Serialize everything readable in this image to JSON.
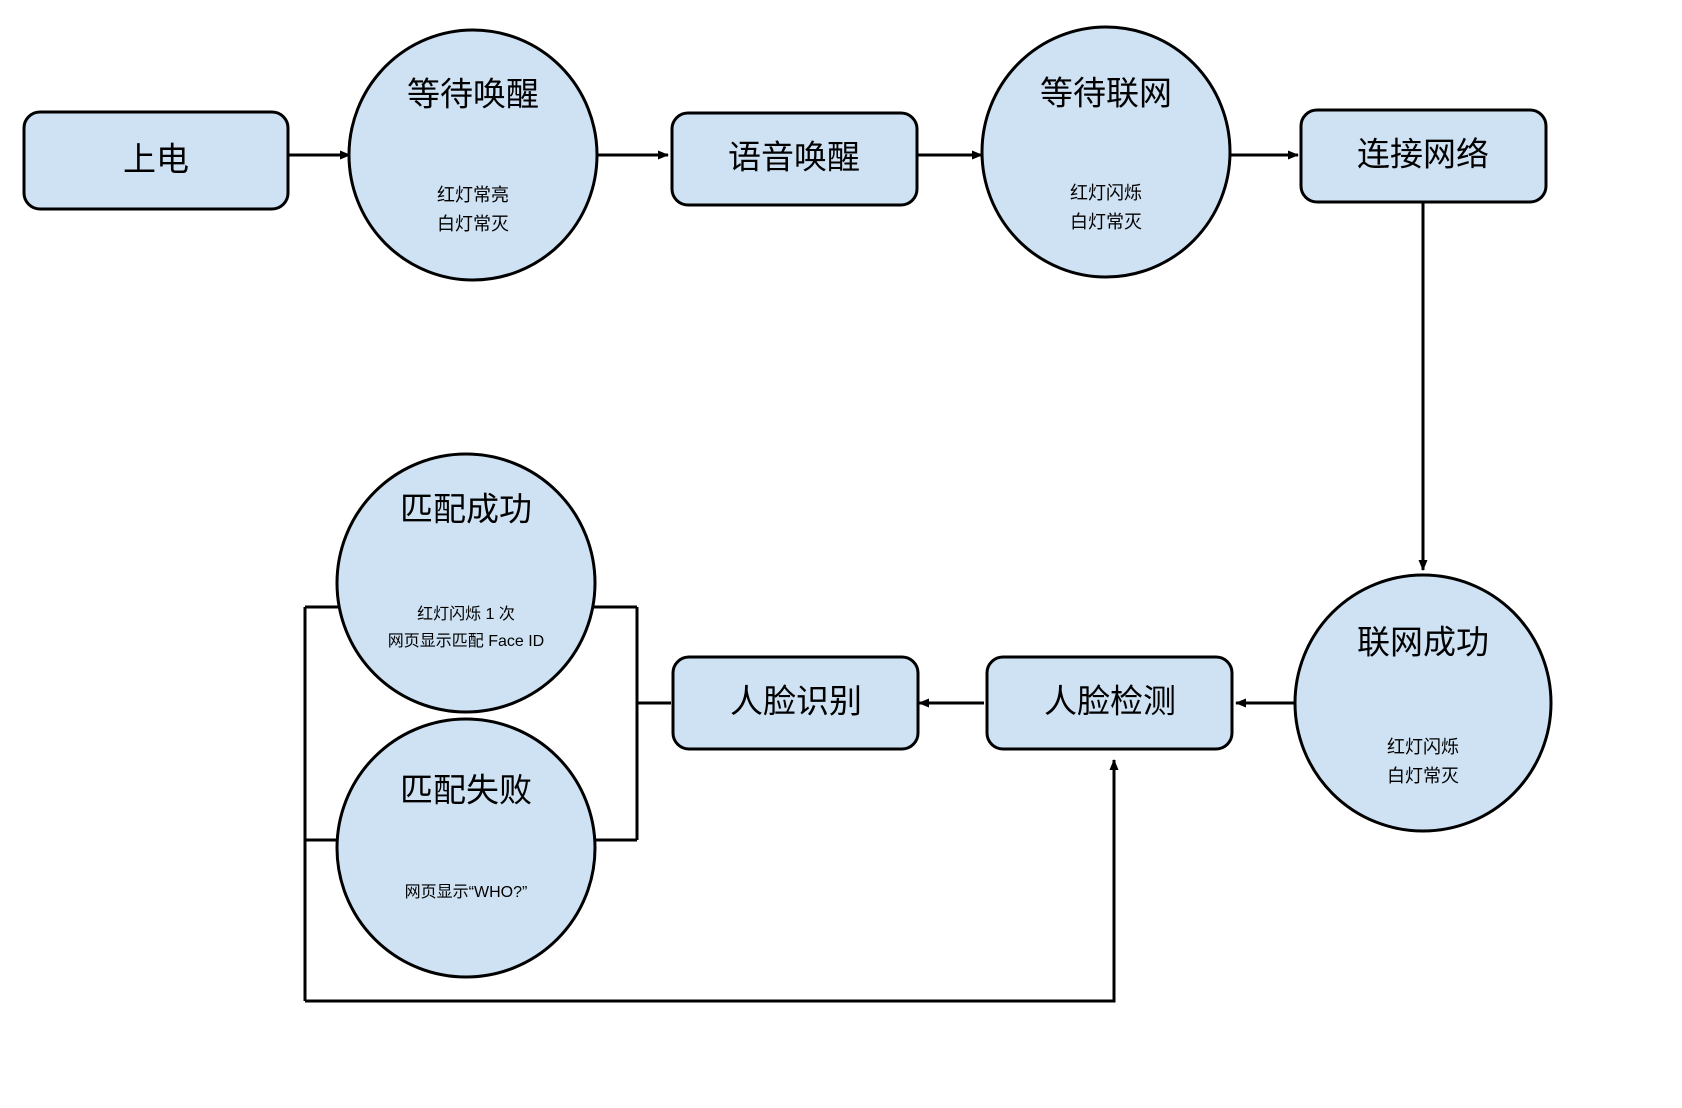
{
  "diagram": {
    "type": "flowchart",
    "background_color": "#ffffff",
    "node_fill_color": "#cfe2f3",
    "node_stroke_color": "#000000",
    "nodes": [
      {
        "id": "power-on",
        "shape": "rounded-rect",
        "title": "上电",
        "sub_lines": []
      },
      {
        "id": "wait-wakeup",
        "shape": "ellipse",
        "title": "等待唤醒",
        "sub_lines": [
          "红灯常亮",
          "白灯常灭"
        ]
      },
      {
        "id": "voice-wakeup",
        "shape": "rounded-rect",
        "title": "语音唤醒",
        "sub_lines": []
      },
      {
        "id": "wait-network",
        "shape": "ellipse",
        "title": "等待联网",
        "sub_lines": [
          "红灯闪烁",
          "白灯常灭"
        ]
      },
      {
        "id": "connect-network",
        "shape": "rounded-rect",
        "title": "连接网络",
        "sub_lines": []
      },
      {
        "id": "network-success",
        "shape": "ellipse",
        "title": "联网成功",
        "sub_lines": [
          "红灯闪烁",
          "白灯常灭"
        ]
      },
      {
        "id": "face-detect",
        "shape": "rounded-rect",
        "title": "人脸检测",
        "sub_lines": []
      },
      {
        "id": "face-recognize",
        "shape": "rounded-rect",
        "title": "人脸识别",
        "sub_lines": []
      },
      {
        "id": "match-success",
        "shape": "ellipse",
        "title": "匹配成功",
        "sub_lines": [
          "红灯闪烁 1 次",
          "网页显示匹配 Face ID"
        ]
      },
      {
        "id": "match-fail",
        "shape": "ellipse",
        "title": "匹配失败",
        "sub_lines": [
          "网页显示“WHO?”"
        ]
      }
    ],
    "edges": [
      {
        "id": "e1",
        "from": "power-on",
        "to": "wait-wakeup",
        "arrow": true
      },
      {
        "id": "e2",
        "from": "wait-wakeup",
        "to": "voice-wakeup",
        "arrow": true
      },
      {
        "id": "e3",
        "from": "voice-wakeup",
        "to": "wait-network",
        "arrow": true
      },
      {
        "id": "e4",
        "from": "wait-network",
        "to": "connect-network",
        "arrow": true
      },
      {
        "id": "e5",
        "from": "connect-network",
        "to": "network-success",
        "arrow": true
      },
      {
        "id": "e6",
        "from": "network-success",
        "to": "face-detect",
        "arrow": true
      },
      {
        "id": "e7",
        "from": "face-detect",
        "to": "face-recognize",
        "arrow": true
      },
      {
        "id": "e8",
        "from": "face-recognize",
        "to": "match-success",
        "arrow": false
      },
      {
        "id": "e9",
        "from": "face-recognize",
        "to": "match-fail",
        "arrow": false
      },
      {
        "id": "e10",
        "from": "match-fail",
        "to": "face-detect",
        "arrow": true
      }
    ]
  },
  "labels": {
    "power_on": "上电",
    "wait_wakeup": "等待唤醒",
    "wait_wakeup_sub1": "红灯常亮",
    "wait_wakeup_sub2": "白灯常灭",
    "voice_wakeup": "语音唤醒",
    "wait_network": "等待联网",
    "wait_network_sub1": "红灯闪烁",
    "wait_network_sub2": "白灯常灭",
    "connect_network": "连接网络",
    "network_success": "联网成功",
    "network_success_sub1": "红灯闪烁",
    "network_success_sub2": "白灯常灭",
    "face_detect": "人脸检测",
    "face_recognize": "人脸识别",
    "match_success": "匹配成功",
    "match_success_sub1": "红灯闪烁 1 次",
    "match_success_sub2": "网页显示匹配 Face ID",
    "match_fail": "匹配失败",
    "match_fail_sub1": "网页显示“WHO?”"
  }
}
